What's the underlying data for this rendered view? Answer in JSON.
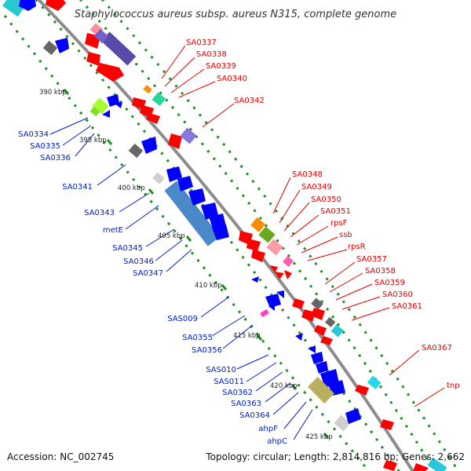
{
  "title": "Staphylococcus aureus subsp. aureus N315, complete genome",
  "footer": {
    "accession": "Accession: NC_002745",
    "topology": "Topology: circular; Length: 2,814,816 bp; Genes: 2,662"
  },
  "ticks": [
    "390 kbp",
    "395 kbp",
    "400 kbp",
    "405 kbp",
    "410 kbp",
    "415 kbp",
    "420 kbp",
    "425 kbp"
  ],
  "labels_right": [
    "SA0337",
    "SA0338",
    "SA0339",
    "SA0340",
    "SA0342",
    "SA0348",
    "SA0349",
    "SA0350",
    "SA0351",
    "rpsF",
    "ssb",
    "rpsR",
    "SA0357",
    "SA0358",
    "SA0359",
    "SA0360",
    "SA0361",
    "SA0367",
    "tnp"
  ],
  "labels_left": [
    "SA0334",
    "SA0335",
    "SA0336",
    "SA0341",
    "SA0343",
    "metE",
    "SA0345",
    "SA0346",
    "SA0347",
    "SAS009",
    "SA0355",
    "SA0356",
    "SAS010",
    "SAS011",
    "SA0362",
    "SA0363",
    "SA0364",
    "ahpF",
    "ahpC"
  ],
  "colors": {
    "backbone": "#8c8c8c",
    "track_dots": "#1f8f1f",
    "forward_gene": "#ff0000",
    "reverse_gene": "#0000ff",
    "label_right": "#e00000",
    "label_left": "#0020c0"
  }
}
